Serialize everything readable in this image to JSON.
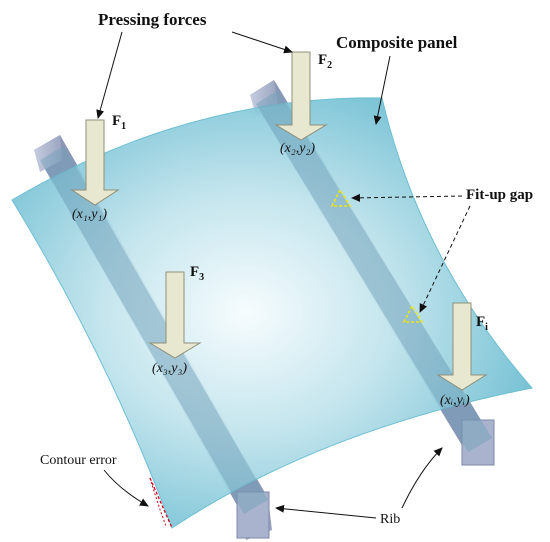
{
  "labels": {
    "pressing_forces": "Pressing forces",
    "composite_panel": "Composite panel",
    "fit_up_gap": "Fit-up gap",
    "contour_error": "Contour error",
    "rib": "Rib"
  },
  "forces": [
    {
      "name": "F",
      "sub": "1",
      "coord": "(x₁,y₁)"
    },
    {
      "name": "F",
      "sub": "2",
      "coord": "(x₂,y₂)"
    },
    {
      "name": "F",
      "sub": "3",
      "coord": "(x₃,y₃)"
    },
    {
      "name": "F",
      "sub": "i",
      "coord": "(xᵢ,yᵢ)"
    }
  ],
  "colors": {
    "panel_center": "#f3fbfd",
    "panel_edge": "#5fb9cf",
    "rib": "#a9b3cd",
    "arrow_fill": "#e8e8d0",
    "gap_marker": "#f2e40a",
    "contour_error": "#d0021b"
  }
}
